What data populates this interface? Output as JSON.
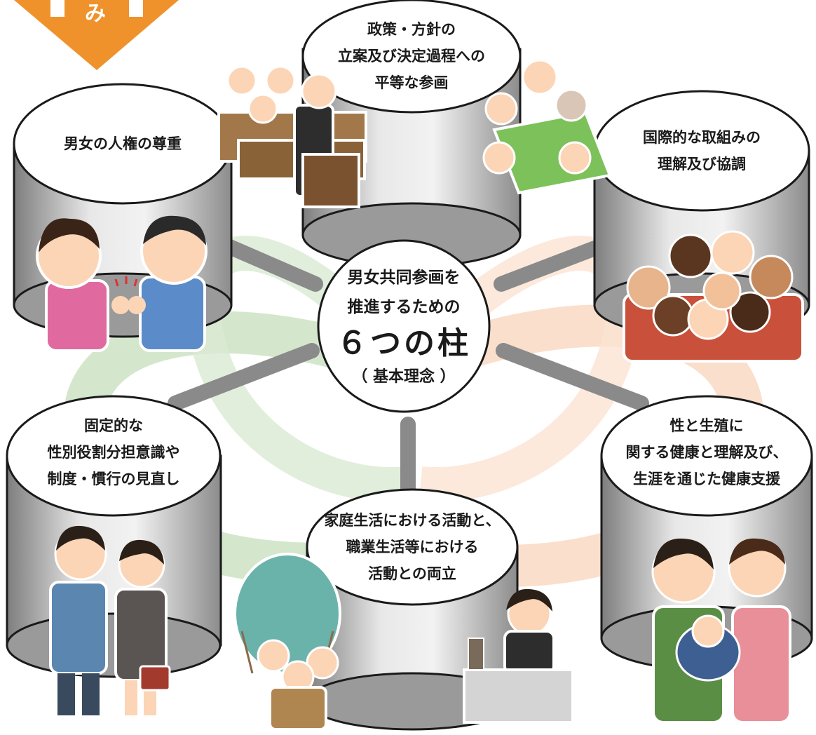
{
  "badge": {
    "char": "み",
    "color": "#f0922b"
  },
  "center": {
    "line1": "男女共同参画を",
    "line2": "推進するための",
    "big": "６つの柱",
    "sub": "（ 基本理念 ）"
  },
  "pillars": [
    {
      "id": "human-rights",
      "lines": [
        "男女の人権の尊重"
      ],
      "illustration": "fist-bump-couple"
    },
    {
      "id": "policy-participation",
      "lines": [
        "政策・方針の",
        "立案及び決定過程への",
        "平等な参画"
      ],
      "illustration": "assembly-and-meeting"
    },
    {
      "id": "international",
      "lines": [
        "国際的な取組みの",
        "理解及び協調"
      ],
      "illustration": "diverse-crowd-cheering"
    },
    {
      "id": "gender-roles",
      "lines": [
        "固定的な",
        "性別役割分担意識や",
        "制度・慣行の見直し"
      ],
      "illustration": "couple-apron-suit"
    },
    {
      "id": "work-life",
      "lines": [
        "家庭生活における活動と、",
        "職業生活等における",
        "活動との両立"
      ],
      "illustration": "balloon-family-and-office-worker"
    },
    {
      "id": "reproductive-health",
      "lines": [
        "性と生殖に",
        "関する健康と理解及び、",
        "生涯を通じた健康支援"
      ],
      "illustration": "parents-with-baby"
    }
  ],
  "colors": {
    "green_swirl": "#cfe4c8",
    "peach_swirl": "#f9dcc6",
    "cylinder_dark": "#8a8a8a",
    "cylinder_light": "#e6e6e6"
  }
}
